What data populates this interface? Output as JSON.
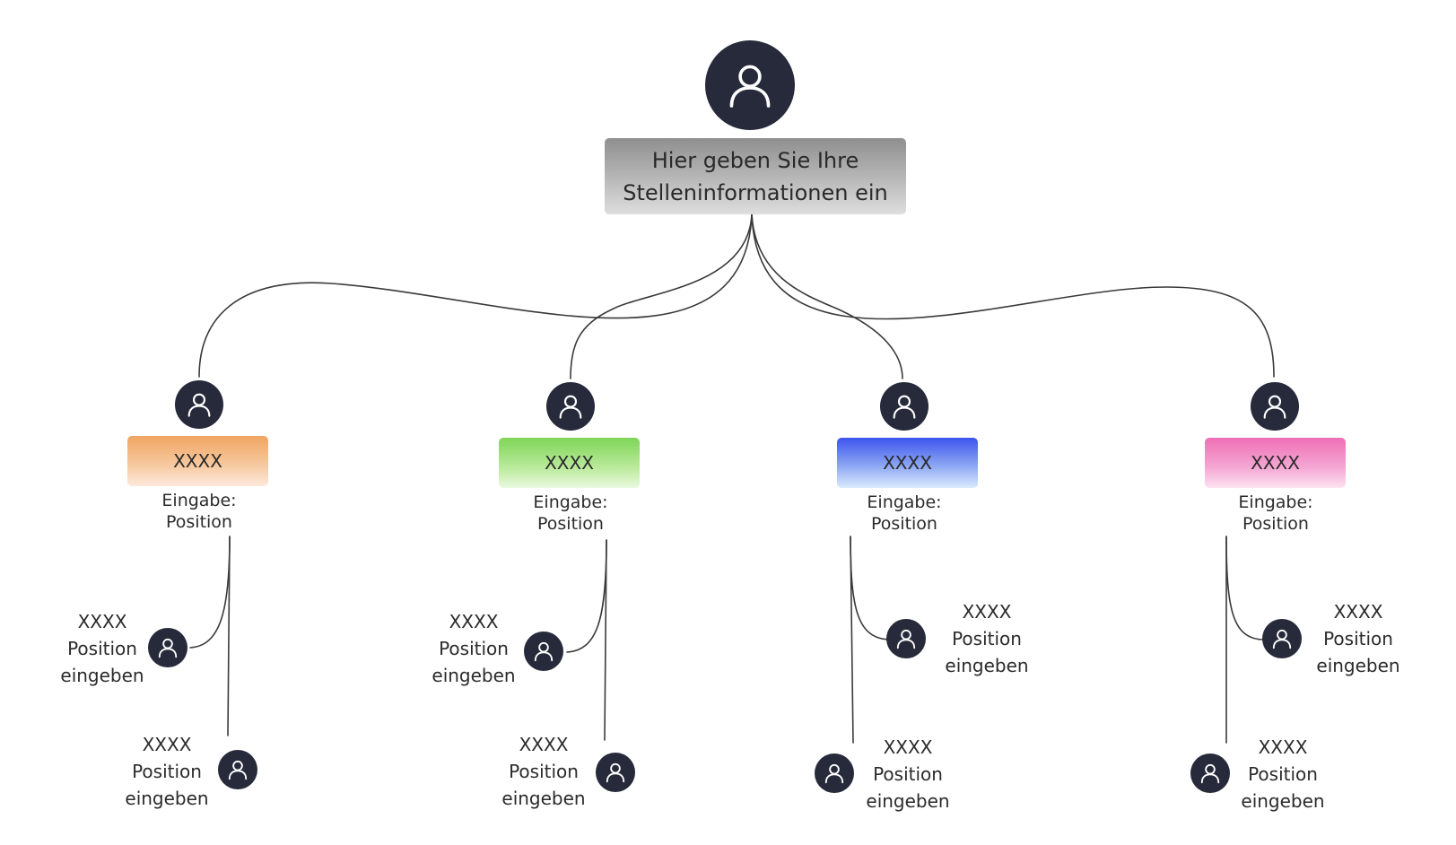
{
  "root": {
    "title": "Hier geben Sie Ihre\nStelleninformationen ein",
    "icon": "user-icon"
  },
  "departments": [
    {
      "label": "XXXX",
      "caption": "Eingabe:\nPosition",
      "color": "#efa561",
      "subordinates": [
        {
          "name": "XXXX",
          "line1": "Position",
          "line2": "eingeben"
        },
        {
          "name": "XXXX",
          "line1": "Position",
          "line2": "eingeben"
        }
      ]
    },
    {
      "label": "XXXX",
      "caption": "Eingabe:\nPosition",
      "color": "#7fd558",
      "subordinates": [
        {
          "name": "XXXX",
          "line1": "Position",
          "line2": "eingeben"
        },
        {
          "name": "XXXX",
          "line1": "Position",
          "line2": "eingeben"
        }
      ]
    },
    {
      "label": "XXXX",
      "caption": "Eingabe:\nPosition",
      "color": "#3d55ee",
      "subordinates": [
        {
          "name": "XXXX",
          "line1": "Position",
          "line2": "eingeben"
        },
        {
          "name": "XXXX",
          "line1": "Position",
          "line2": "eingeben"
        }
      ]
    },
    {
      "label": "XXXX",
      "caption": "Eingabe:\nPosition",
      "color": "#ee6fb5",
      "subordinates": [
        {
          "name": "XXXX",
          "line1": "Position",
          "line2": "eingeben"
        },
        {
          "name": "XXXX",
          "line1": "Position",
          "line2": "eingeben"
        }
      ]
    }
  ],
  "colors": {
    "avatar": "#262a3a",
    "connector": "#3a3a3a"
  }
}
